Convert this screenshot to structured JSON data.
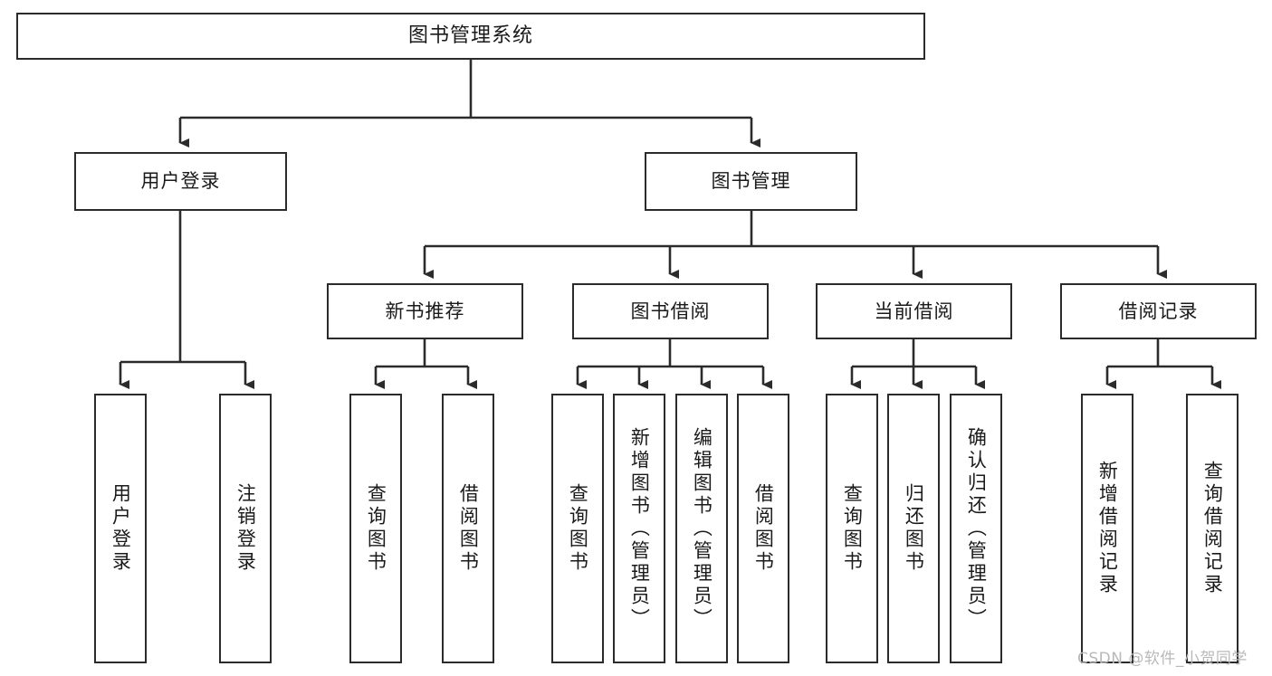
{
  "diagram": {
    "title": "图书管理系统",
    "type": "tree-hierarchy",
    "colors": {
      "box_border": "#2b2b2b",
      "box_fill": "#ffffff",
      "edge": "#2b2b2b",
      "text": "#1a1a1a",
      "watermark": "#b9b9b9"
    },
    "nodes": {
      "root": {
        "label": "图书管理系统"
      },
      "level2": [
        {
          "label": "用户登录"
        },
        {
          "label": "图书管理"
        }
      ],
      "level3": [
        {
          "label": "新书推荐"
        },
        {
          "label": "图书借阅"
        },
        {
          "label": "当前借阅"
        },
        {
          "label": "借阅记录"
        }
      ],
      "leaves": [
        {
          "label": "用户登录",
          "parent": "用户登录"
        },
        {
          "label": "注销登录",
          "parent": "用户登录"
        },
        {
          "label": "查询图书",
          "parent": "新书推荐"
        },
        {
          "label": "借阅图书",
          "parent": "新书推荐"
        },
        {
          "label": "查询图书",
          "parent": "图书借阅"
        },
        {
          "label": "新增图书（管理员）",
          "parent": "图书借阅"
        },
        {
          "label": "编辑图书（管理员）",
          "parent": "图书借阅"
        },
        {
          "label": "借阅图书",
          "parent": "图书借阅"
        },
        {
          "label": "查询图书",
          "parent": "当前借阅"
        },
        {
          "label": "归还图书",
          "parent": "当前借阅"
        },
        {
          "label": "确认归还（管理员）",
          "parent": "当前借阅"
        },
        {
          "label": "新增借阅记录",
          "parent": "借阅记录"
        },
        {
          "label": "查询借阅记录",
          "parent": "借阅记录"
        }
      ]
    },
    "watermark": "CSDN @软件_小贺同学"
  }
}
